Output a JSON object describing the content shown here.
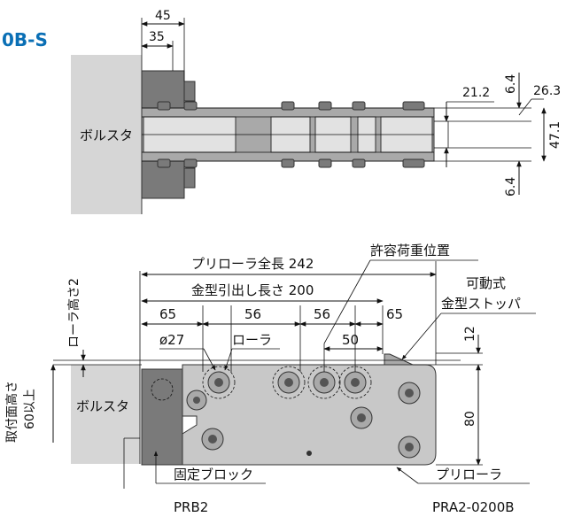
{
  "title": "0B-S",
  "top_view": {
    "bolster_label": "ボルスタ",
    "dim_45": "45",
    "dim_35": "35",
    "dim_6_4_top": "6.4",
    "dim_21_2": "21.2",
    "dim_26_3": "26.3",
    "dim_47_1": "47.1",
    "dim_6_4_bottom": "6.4"
  },
  "side_view": {
    "roller_height_label": "ローラ高さ2",
    "mount_height_label_1": "取付面高さ",
    "mount_height_label_2": "60以上",
    "bolster_label": "ボルスタ",
    "preroller_total_length": "プリローラ全長 242",
    "die_pull_length": "金型引出し長さ 200",
    "allowable_load_position": "許容荷重位置",
    "movable_stopper_1": "可動式",
    "movable_stopper_2": "金型ストッパ",
    "dim_65_left": "65",
    "dim_56_a": "56",
    "dim_56_b": "56",
    "dim_65_right": "65",
    "dim_50": "50",
    "dim_12": "12",
    "dim_80": "80",
    "diameter": "ø27",
    "roller_label": "ローラ",
    "fixed_block_label": "固定ブロック",
    "fixed_block_model": "PRB2",
    "preroller_label": "プリローラ",
    "preroller_model": "PRA2-0200B"
  }
}
